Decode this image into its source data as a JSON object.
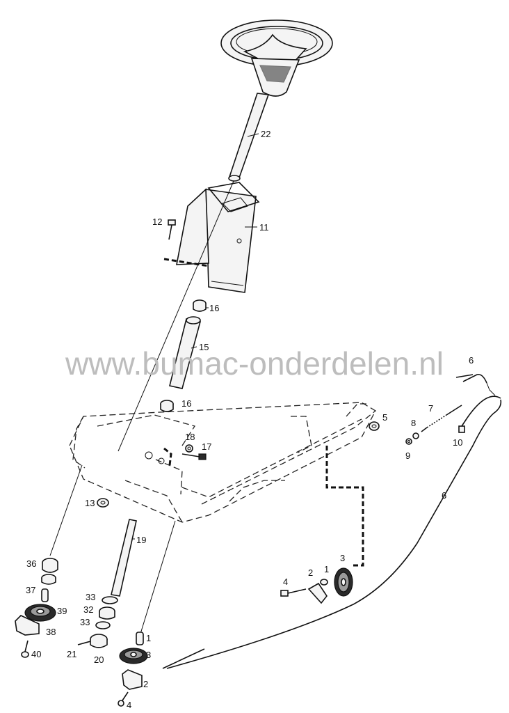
{
  "watermark": "www.bumac-onderdelen.nl",
  "callouts": {
    "p22": "22",
    "p12": "12",
    "p11": "11",
    "p16a": "16",
    "p15": "15",
    "p16b": "16",
    "p18": "18",
    "p17": "17",
    "p13": "13",
    "p19": "19",
    "p36": "36",
    "p37": "37",
    "p39": "39",
    "p38": "38",
    "p40": "40",
    "p33a": "33",
    "p32": "32",
    "p33b": "33",
    "p21": "21",
    "p20": "20",
    "p1a": "1",
    "p3a": "3",
    "p2a": "2",
    "p4a": "4",
    "p4b": "4",
    "p2b": "2",
    "p1b": "1",
    "p3b": "3",
    "p5": "5",
    "p6a": "6",
    "p6b": "6",
    "p7": "7",
    "p8": "8",
    "p9": "9",
    "p10": "10"
  }
}
